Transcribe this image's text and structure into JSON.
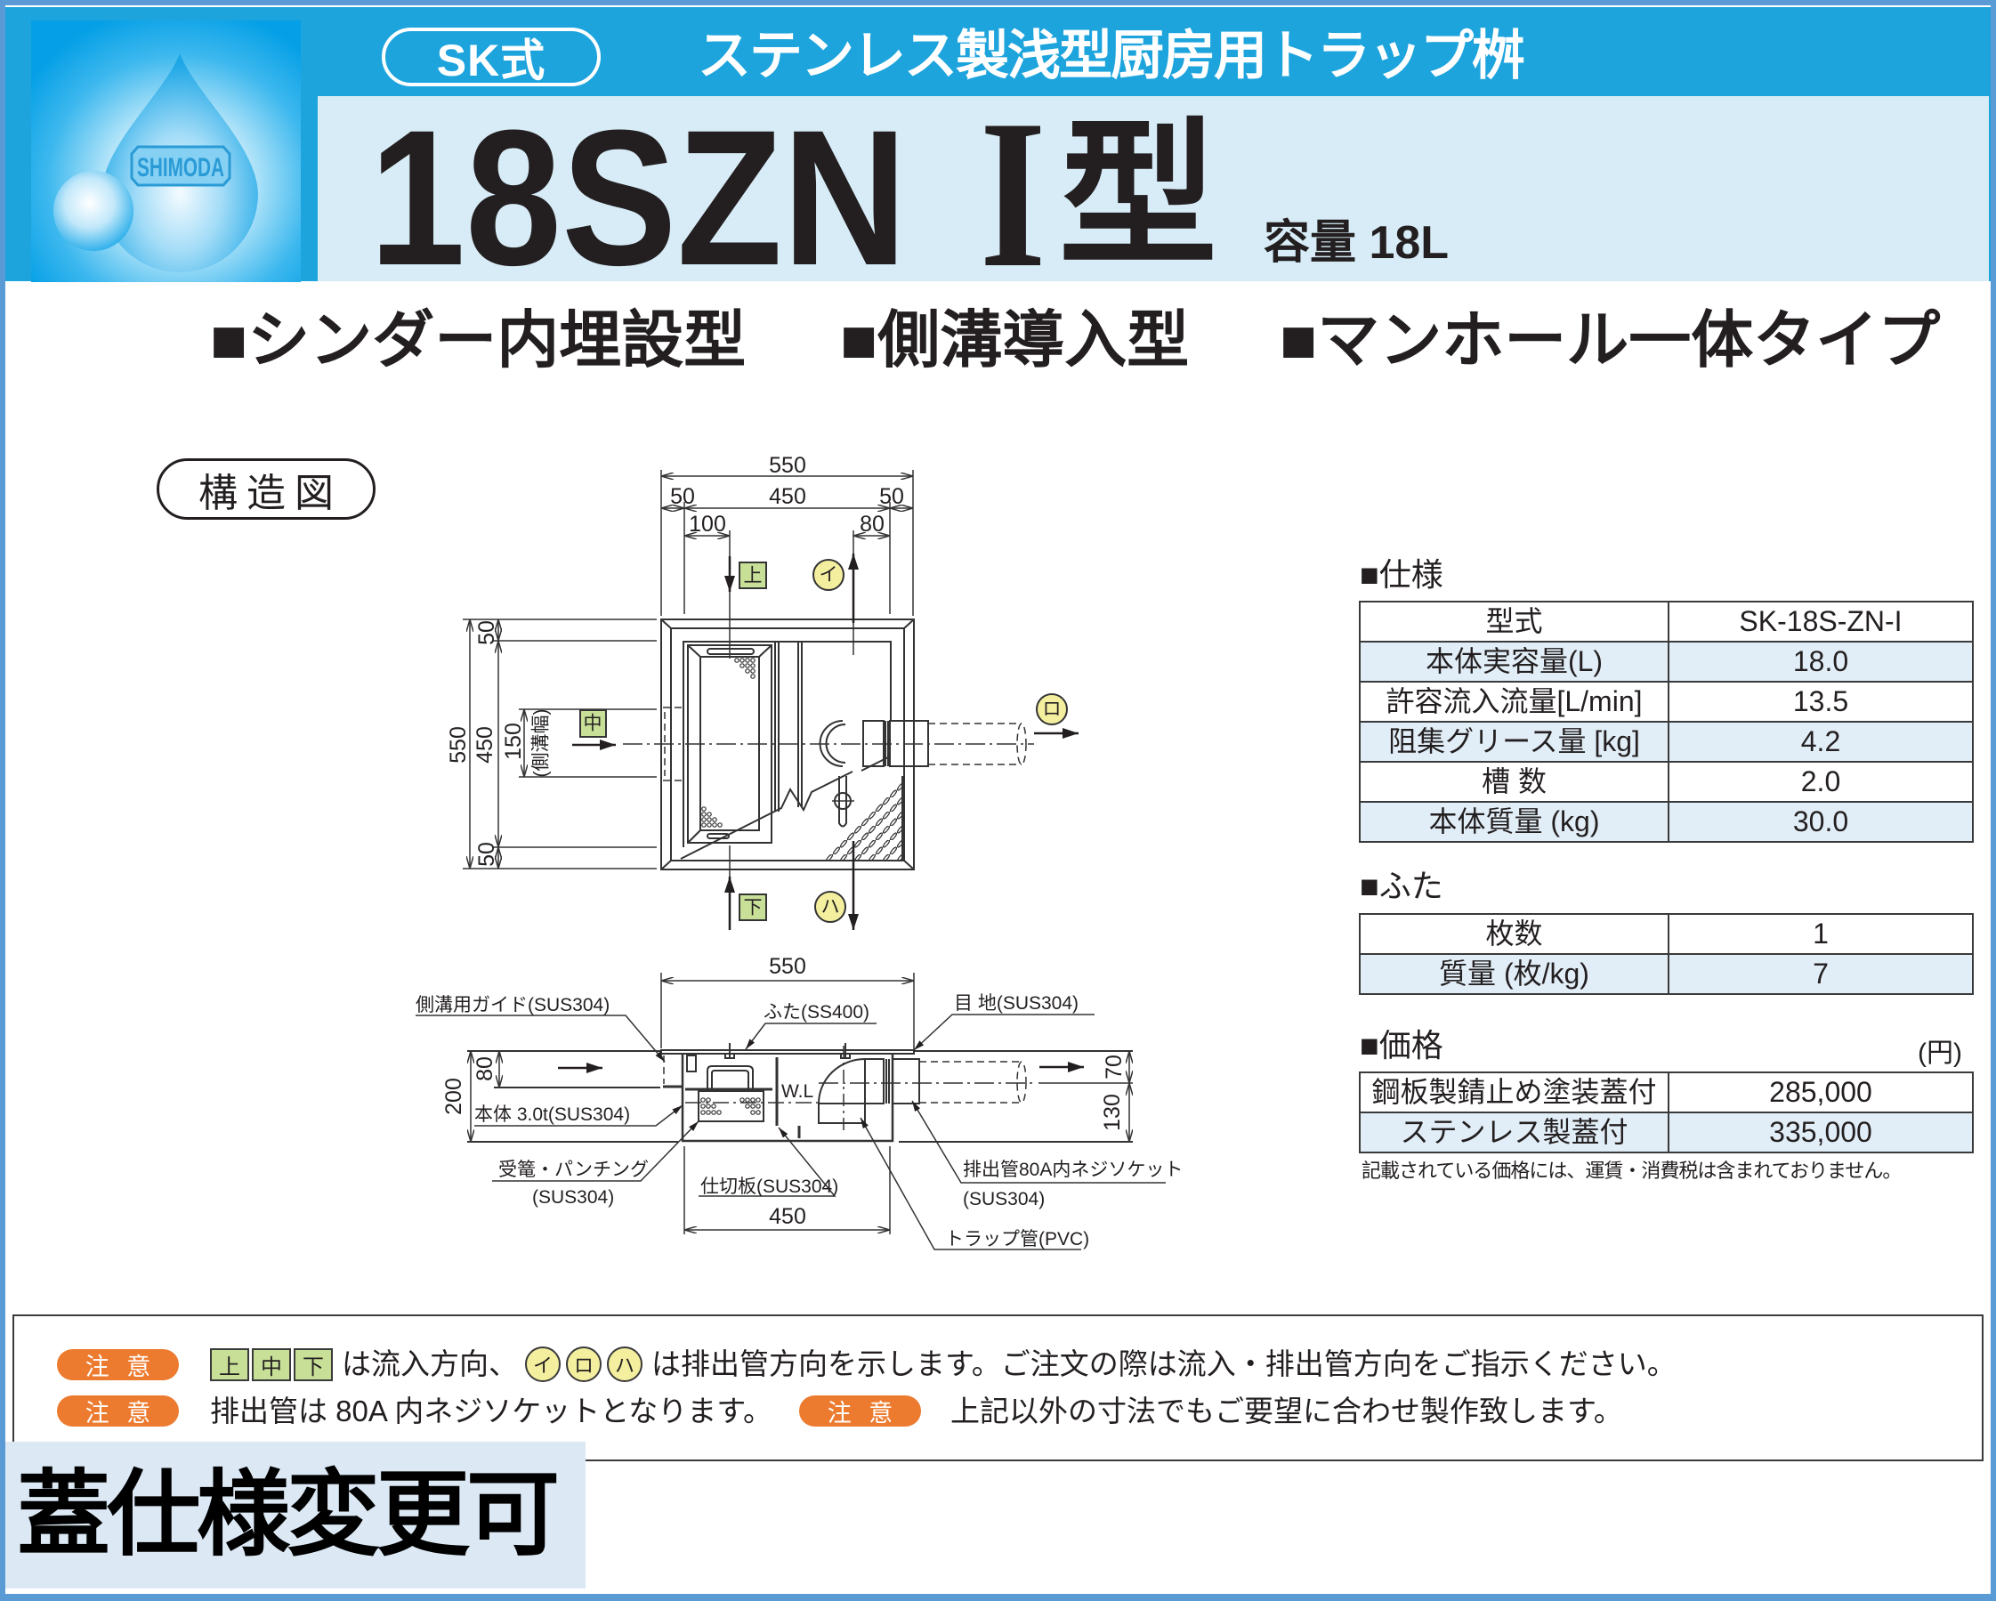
{
  "header": {
    "logo_text": "SHIMODA",
    "badge": "SK式",
    "title": "ステンレス製浅型厨房用トラップ桝",
    "model": "18SZN",
    "model_numeral": "I",
    "model_suffix": "型",
    "capacity": "容量 18L"
  },
  "features": [
    "■シンダー内埋設型",
    "■側溝導入型",
    "■マンホール一体タイプ"
  ],
  "structure": {
    "label": "構造図",
    "top_view": {
      "dims": {
        "overall_width": "550",
        "margin_left": "50",
        "inner_width": "450",
        "margin_right": "50",
        "inlet_offset": "100",
        "outlet_offset": "80",
        "overall_depth": "550",
        "inner_depth": "450",
        "margin_top": "50",
        "margin_bottom": "50",
        "channel_width": "150",
        "channel_width_note": "(側溝幅)"
      },
      "inlets": {
        "top": "上",
        "middle": "中",
        "bottom": "下"
      },
      "outlets": {
        "i": "イ",
        "ro": "ロ",
        "ha": "ハ"
      }
    },
    "section_view": {
      "dims": {
        "overall_width": "550",
        "inner_width": "450",
        "height": "200",
        "channel_depth": "80",
        "outlet_top": "70",
        "outlet_bottom": "130"
      },
      "labels": {
        "guide": "側溝用ガイド(SUS304)",
        "lid": "ふた(SS400)",
        "joint": "目 地(SUS304)",
        "body": "本体 3.0t(SUS304)",
        "basket": "受篭・パンチング",
        "basket_material": "(SUS304)",
        "partition": "仕切板(SUS304)",
        "water_level": "W.L",
        "outlet": "排出管80A内ネジソケット",
        "outlet_material": "(SUS304)",
        "trap": "トラップ管(PVC)"
      }
    }
  },
  "specs": {
    "heading": "■仕様",
    "rows": [
      {
        "label": "型式",
        "value": "SK-18S-ZN-I"
      },
      {
        "label": "本体実容量(L)",
        "value": "18.0"
      },
      {
        "label": "許容流入流量[L/min]",
        "value": "13.5"
      },
      {
        "label": "阻集グリース量 [kg]",
        "value": "4.2"
      },
      {
        "label": "槽 数",
        "value": "2.0"
      },
      {
        "label": "本体質量 (kg)",
        "value": "30.0"
      }
    ]
  },
  "lid": {
    "heading": "■ふた",
    "rows": [
      {
        "label": "枚数",
        "value": "1"
      },
      {
        "label": "質量 (枚/kg)",
        "value": "7"
      }
    ]
  },
  "price": {
    "heading": "■価格",
    "unit": "(円)",
    "rows": [
      {
        "label": "鋼板製錆止め塗装蓋付",
        "value": "285,000"
      },
      {
        "label": "ステンレス製蓋付",
        "value": "335,000"
      }
    ],
    "note": "記載されている価格には、運賃・消費税は含まれておりません。"
  },
  "notices": {
    "badge": "注 意",
    "inlet_labels": [
      "上",
      "中",
      "下"
    ],
    "inlet_text": "は流入方向、",
    "outlet_labels": [
      "イ",
      "ロ",
      "ハ"
    ],
    "outlet_text": "は排出管方向を示します。ご注文の際は流入・排出管方向をご指示ください。",
    "socket_text": "排出管は 80A 内ネジソケットとなります。",
    "custom_text": "上記以外の寸法でもご要望に合わせ製作致します。"
  },
  "footer_label": "蓋仕様変更可",
  "colors": {
    "frame": "#5b9bd5",
    "header_blue": "#1ea4dd",
    "title_panel": "#d7ecf7",
    "table_alt_row": "#e2eef7",
    "notice_orange": "#ec7b2f",
    "inlet_green": "#c7df97",
    "outlet_yellow": "#f4ef9f",
    "cover_box": "#dce9f5"
  }
}
